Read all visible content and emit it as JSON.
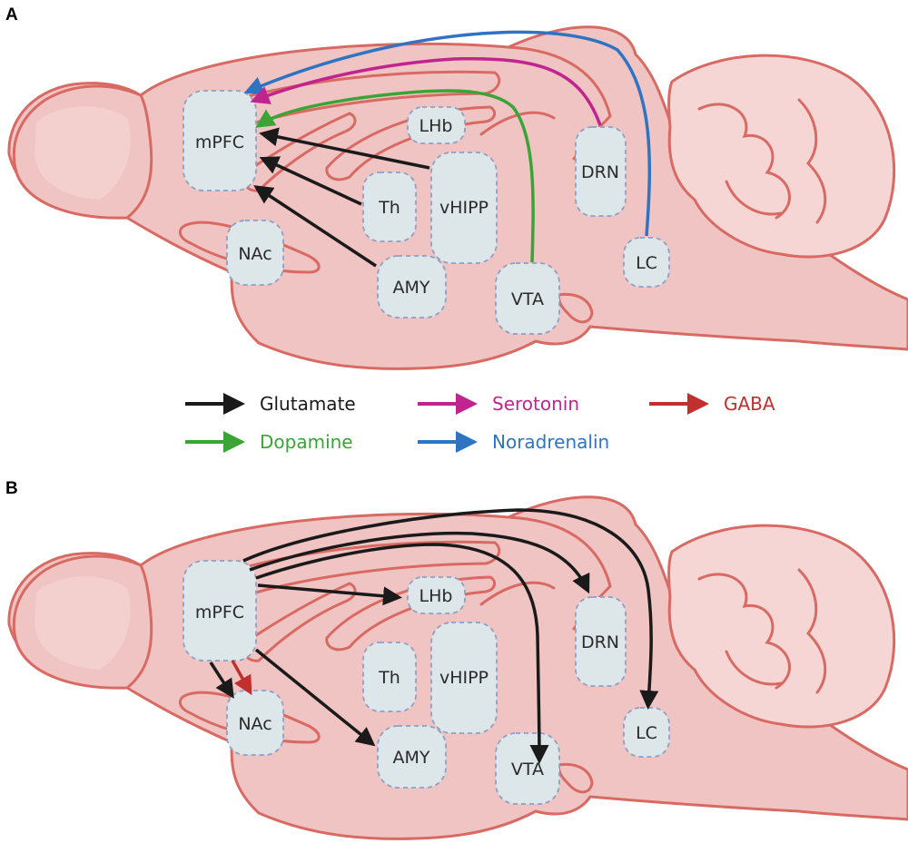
{
  "panels": [
    {
      "id": "A",
      "label": "A",
      "regions": {
        "mpfc": "mPFC",
        "lhb": "LHb",
        "th": "Th",
        "vhipp": "vHIPP",
        "drn": "DRN",
        "nac": "NAc",
        "amy": "AMY",
        "vta": "VTA",
        "lc": "LC"
      }
    },
    {
      "id": "B",
      "label": "B",
      "regions": {
        "mpfc": "mPFC",
        "lhb": "LHb",
        "th": "Th",
        "vhipp": "vHIPP",
        "drn": "DRN",
        "nac": "NAc",
        "amy": "AMY",
        "vta": "VTA",
        "lc": "LC"
      }
    }
  ],
  "legend": {
    "glutamate": {
      "label": "Glutamate",
      "color": "#1a1a1a"
    },
    "serotonin": {
      "label": "Serotonin",
      "color": "#c0248e"
    },
    "gaba": {
      "label": "GABA",
      "color": "#c2302d"
    },
    "dopamine": {
      "label": "Dopamine",
      "color": "#3aa437"
    },
    "noradrenalin": {
      "label": "Noradrenalin",
      "color": "#2f73c2"
    }
  },
  "colors": {
    "brain_fill": "#f0c4c2",
    "brain_outline": "#d96a63",
    "region_fill": "#dde6e8",
    "region_outline": "#8f9fc6"
  },
  "projections": {
    "A": [
      {
        "from": "DRN",
        "to": "mPFC",
        "type": "serotonin"
      },
      {
        "from": "VTA",
        "to": "mPFC",
        "type": "dopamine"
      },
      {
        "from": "LC",
        "to": "mPFC",
        "type": "noradrenalin"
      },
      {
        "from": "vHIPP",
        "to": "mPFC",
        "type": "glutamate"
      },
      {
        "from": "Th",
        "to": "mPFC",
        "type": "glutamate"
      },
      {
        "from": "AMY",
        "to": "mPFC",
        "type": "glutamate"
      }
    ],
    "B": [
      {
        "from": "mPFC",
        "to": "LHb",
        "type": "glutamate"
      },
      {
        "from": "mPFC",
        "to": "DRN",
        "type": "glutamate"
      },
      {
        "from": "mPFC",
        "to": "VTA",
        "type": "glutamate"
      },
      {
        "from": "mPFC",
        "to": "LC",
        "type": "glutamate"
      },
      {
        "from": "mPFC",
        "to": "AMY",
        "type": "glutamate"
      },
      {
        "from": "mPFC",
        "to": "NAc",
        "type": "glutamate"
      },
      {
        "from": "mPFC",
        "to": "NAc",
        "type": "gaba"
      }
    ]
  }
}
